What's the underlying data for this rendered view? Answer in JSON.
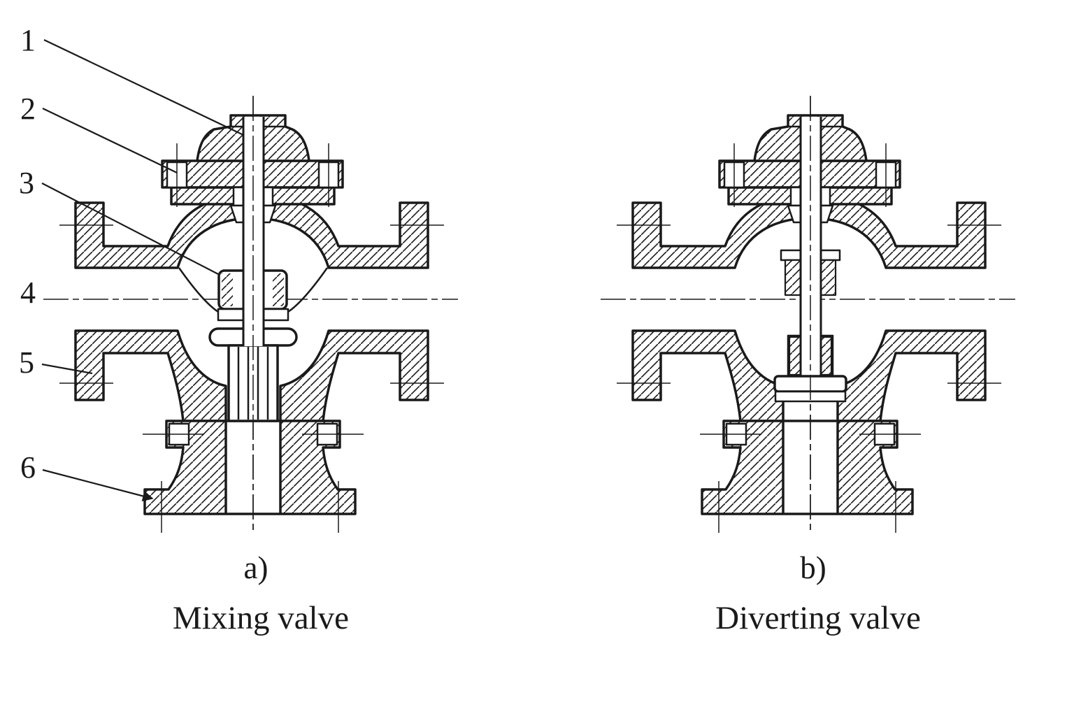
{
  "figure": {
    "panels": [
      {
        "tag": "a)",
        "caption": "Mixing valve"
      },
      {
        "tag": "b)",
        "caption": "Diverting valve"
      }
    ],
    "callouts": [
      {
        "number": "1"
      },
      {
        "number": "2"
      },
      {
        "number": "3"
      },
      {
        "number": "4"
      },
      {
        "number": "5"
      },
      {
        "number": "6"
      }
    ],
    "colors": {
      "line": "#1a1a1a",
      "background": "#ffffff"
    }
  }
}
